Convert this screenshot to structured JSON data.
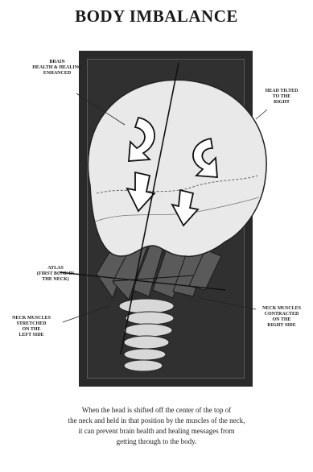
{
  "title": "BODY IMBALANCE",
  "labels": {
    "brain": "BRAIN\nHEALTH & HEALING\nENHANCED",
    "head_tilted": "HEAD TILTED\nTO THE\nRIGHT",
    "atlas": "ATLAS\n(FIRST BONE IN\nTHE NECK)",
    "neck_left": "NECK MUSCLES\nSTRETCHED\nON THE\nLEFT SIDE",
    "neck_right": "NECK MUSCLES\nCONTRACTED\nON THE\nRIGHT SIDE"
  },
  "caption": [
    "When the head is shifted off the center of the top of",
    "the neck and held in that position by the muscles of the neck,",
    "it can prevent brain health and healing messages from",
    "getting through to the body."
  ],
  "colors": {
    "panel": "#2a2a2a",
    "skull": "#e8e8e8",
    "muscle": "#555555",
    "text": "#1a1a1a"
  }
}
